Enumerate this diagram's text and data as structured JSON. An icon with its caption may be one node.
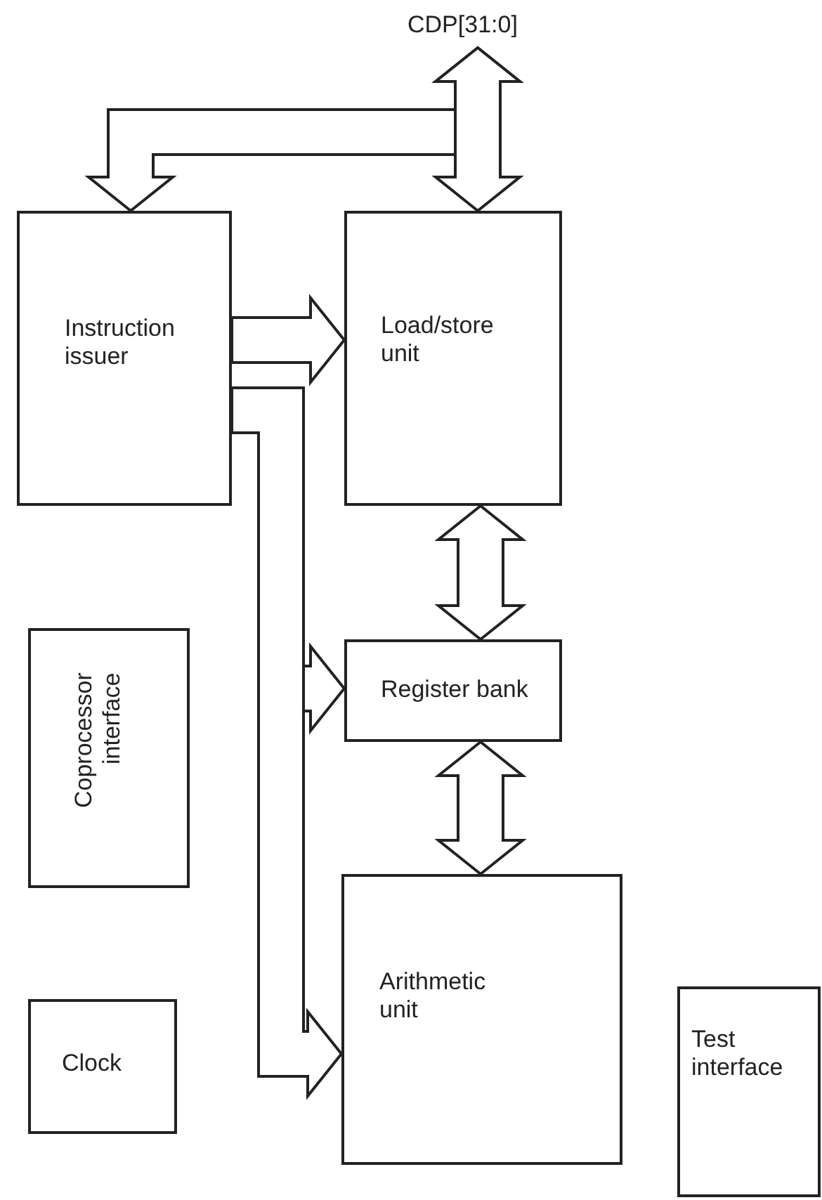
{
  "diagram": {
    "nodes": [
      {
        "text": [
          "CDP[31:0]"
        ]
      },
      {
        "text": [
          "Instruction issuer"
        ]
      },
      {
        "text": [
          "Load/store unit"
        ]
      },
      {
        "text": [
          "Register bank"
        ]
      },
      {
        "text": [
          "Coprocessor interface"
        ]
      },
      {
        "text": [
          "Arithmetic unit"
        ]
      },
      {
        "text": [
          "Clock"
        ]
      },
      {
        "text": [
          "Test interface"
        ]
      }
    ],
    "edges": [
      {
        "from": 0,
        "to": 2,
        "arrow": "both"
      },
      {
        "from": 0,
        "to": 1,
        "arrow": "both"
      },
      {
        "from": 1,
        "to": 2,
        "arrow": "to"
      },
      {
        "from": 1,
        "to": 3,
        "arrow": "to"
      },
      {
        "from": 1,
        "to": 5,
        "arrow": "to"
      },
      {
        "from": 2,
        "to": 3,
        "arrow": "both"
      },
      {
        "from": 3,
        "to": 5,
        "arrow": "both"
      }
    ]
  }
}
